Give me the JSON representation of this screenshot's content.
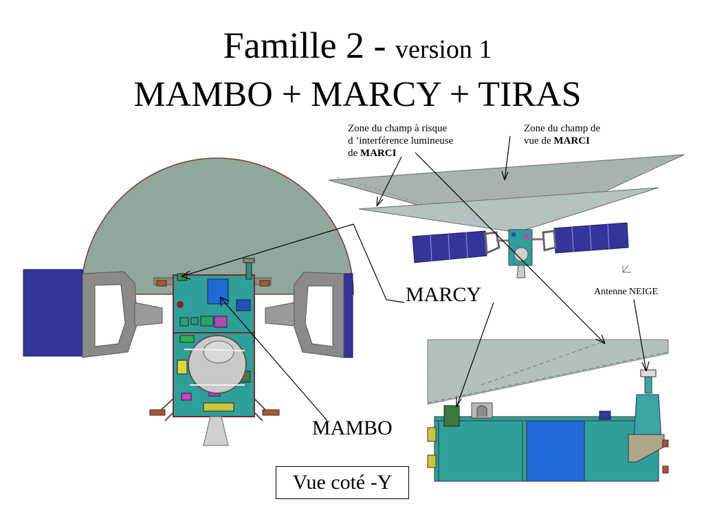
{
  "title": {
    "main": "Famille 2 - ",
    "version": "version 1",
    "subtitle": "MAMBO + MARCY + TIRAS"
  },
  "annotations": {
    "risk_zone": {
      "line1": "Zone du champ à risque",
      "line2": "d ’interférence lumineuse",
      "line3_prefix": "de ",
      "line3_bold": "MARCI"
    },
    "fov_zone": {
      "line1": "Zone du champ de",
      "line2_prefix": "vue de ",
      "line2_bold": "MARCI"
    },
    "antenna": "Antenne NEIGE"
  },
  "labels": {
    "marcy": "MARCY",
    "mambo": "MAMBO"
  },
  "view_label": "Vue coté -Y",
  "colors": {
    "dome": "#8fa79c",
    "solar_panel": "#34349a",
    "body": "#2f9f9a",
    "frame": "#808080",
    "cone": "#b4c2c0"
  }
}
